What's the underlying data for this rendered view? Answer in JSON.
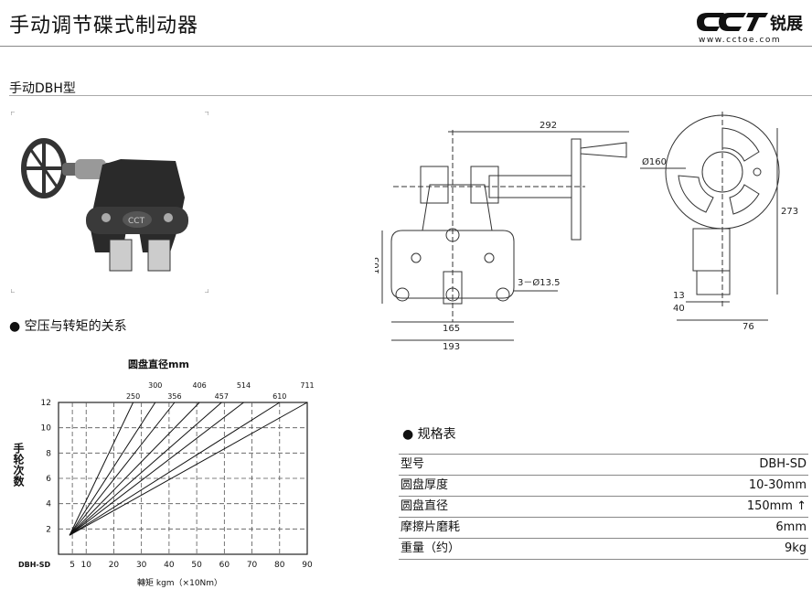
{
  "header": {
    "title": "手动调节碟式制动器",
    "logo_text": "CCT锐展",
    "logo_url": "www.cctoe.com"
  },
  "product": {
    "subtitle": "手动DBH型"
  },
  "sections": {
    "chart": "空压与转矩的关系",
    "spec": "规格表"
  },
  "drawing": {
    "dims": {
      "d292": "292",
      "d160": "Ø160",
      "d105": "105",
      "d165": "165",
      "d193": "193",
      "d273": "273",
      "d13_5": "3－Ø13.5",
      "d13": "13",
      "d40": "40",
      "d76": "76"
    }
  },
  "spec_table": [
    {
      "label": "型号",
      "value": "DBH-SD"
    },
    {
      "label": "圆盘厚度",
      "value": "10-30mm"
    },
    {
      "label": "圆盘直径",
      "value": "150mm ↑"
    },
    {
      "label": "摩擦片磨耗",
      "value": "6mm"
    },
    {
      "label": "重量（约）",
      "value": "9kg"
    }
  ],
  "chart_data": {
    "type": "line",
    "title": "圆盘直径mm",
    "xlabel": "轉矩 kgm（×10Nm）",
    "ylabel": "手轮次数",
    "corner_label": "DBH-SD",
    "x_ticks": [
      5,
      10,
      20,
      30,
      40,
      50,
      60,
      70,
      80,
      90
    ],
    "y_ticks": [
      2,
      4,
      6,
      8,
      10,
      12
    ],
    "xlim": [
      0,
      90
    ],
    "ylim": [
      0,
      12
    ],
    "series": [
      {
        "name": "250",
        "points": [
          [
            4,
            1.5
          ],
          [
            27,
            12
          ]
        ]
      },
      {
        "name": "300",
        "points": [
          [
            4,
            1.5
          ],
          [
            35,
            12
          ]
        ]
      },
      {
        "name": "356",
        "points": [
          [
            4,
            1.5
          ],
          [
            42,
            12
          ]
        ]
      },
      {
        "name": "406",
        "points": [
          [
            4,
            1.5
          ],
          [
            51,
            12
          ]
        ]
      },
      {
        "name": "457",
        "points": [
          [
            4,
            1.5
          ],
          [
            59,
            12
          ]
        ]
      },
      {
        "name": "514",
        "points": [
          [
            4,
            1.5
          ],
          [
            67,
            12
          ]
        ]
      },
      {
        "name": "610",
        "points": [
          [
            4,
            1.5
          ],
          [
            80,
            12
          ]
        ]
      },
      {
        "name": "711",
        "points": [
          [
            4,
            1.5
          ],
          [
            90,
            12
          ]
        ]
      }
    ]
  }
}
